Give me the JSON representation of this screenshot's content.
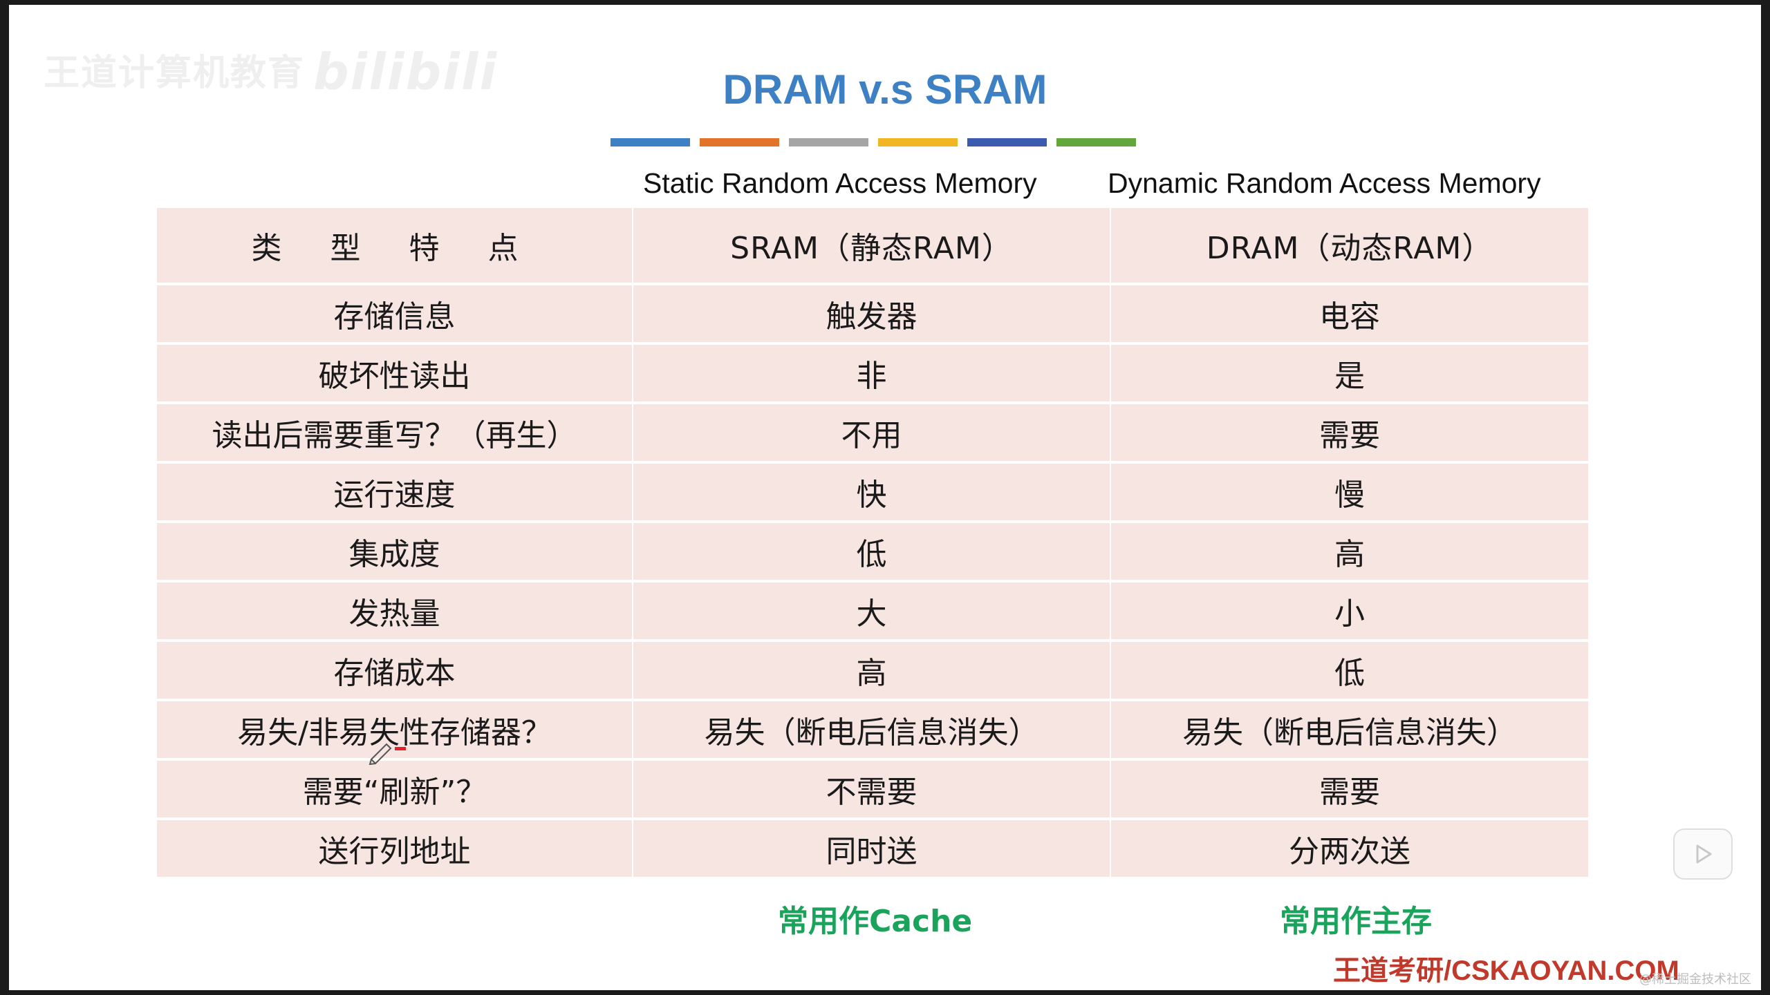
{
  "watermark": {
    "text": "王道计算机教育",
    "brand": "bilibili"
  },
  "slide": {
    "title": "DRAM v.s SRAM",
    "accent_colors": [
      "#3e80c4",
      "#e2732b",
      "#a5a5a5",
      "#f2b624",
      "#3a5bae",
      "#62a63c"
    ],
    "caption_sram": "Static Random Access Memory",
    "caption_dram": "Dynamic Random Access Memory"
  },
  "table": {
    "header": [
      "类 型 特 点",
      "SRAM（静态RAM）",
      "DRAM（动态RAM）"
    ],
    "rows": [
      [
        "存储信息",
        "触发器",
        "电容"
      ],
      [
        "破坏性读出",
        "非",
        "是"
      ],
      [
        "读出后需要重写？（再生）",
        "不用",
        "需要"
      ],
      [
        "运行速度",
        "快",
        "慢"
      ],
      [
        "集成度",
        "低",
        "高"
      ],
      [
        "发热量",
        "大",
        "小"
      ],
      [
        "存储成本",
        "高",
        "低"
      ],
      [
        "易失/非易失性存储器？",
        "易失（断电后信息消失）",
        "易失（断电后信息消失）"
      ],
      [
        "需要“刷新”？",
        "不需要",
        "需要"
      ],
      [
        "送行列地址",
        "同时送",
        "分两次送"
      ]
    ]
  },
  "usage": {
    "sram": "常用作Cache",
    "dram": "常用作主存",
    "color": "#1aa35a"
  },
  "footer": {
    "brand": "王道考研/CSKAOYAN.COM",
    "brand_color": "#c0392b",
    "credit": "@稀土掘金技术社区"
  },
  "icons": {
    "play": "play-icon",
    "pen": "pen-icon"
  }
}
